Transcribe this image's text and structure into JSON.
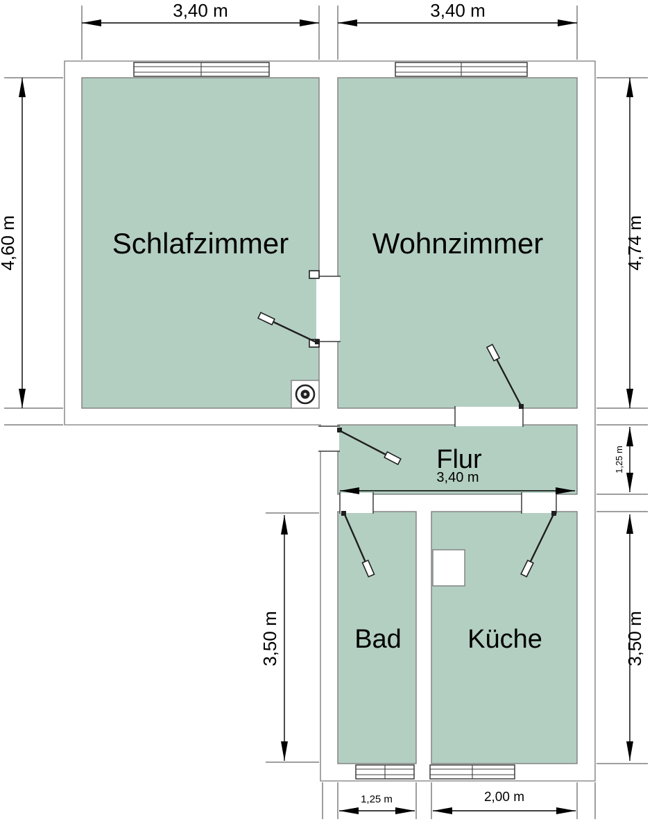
{
  "colors": {
    "room_fill": "#b3cfc2",
    "wall_fill": "#ffffff",
    "outline": "#8f8f8f",
    "dimension_line": "#000000"
  },
  "rooms": {
    "schlafzimmer": {
      "label": "Schlafzimmer"
    },
    "wohnzimmer": {
      "label": "Wohnzimmer"
    },
    "flur": {
      "label": "Flur"
    },
    "bad": {
      "label": "Bad"
    },
    "kueche": {
      "label": "Küche"
    }
  },
  "dimensions": {
    "schlafzimmer_width": "3,40 m",
    "wohnzimmer_width": "3,40 m",
    "schlafzimmer_height": "4,60 m",
    "wohnzimmer_height": "4,74 m",
    "flur_height": "1,25 m",
    "flur_width": "3,40 m",
    "bad_height": "3,50 m",
    "kueche_height": "3,50 m",
    "bad_width": "1,25 m",
    "kueche_width": "2,00 m"
  }
}
